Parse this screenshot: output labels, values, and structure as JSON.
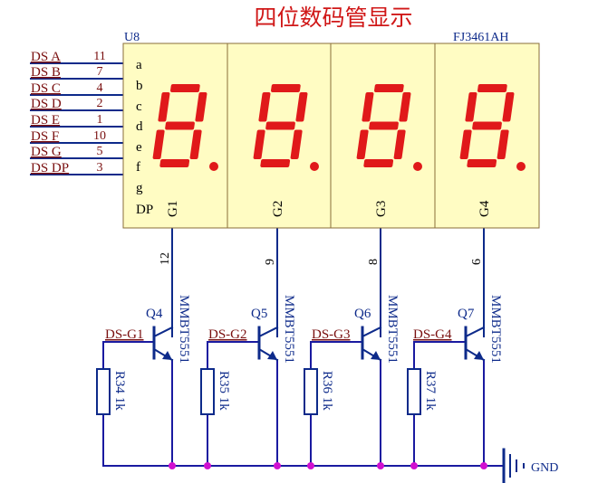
{
  "title": "四位数码管显示",
  "display": {
    "designator": "U8",
    "part_number": "FJ3461AH",
    "segment_pins": [
      {
        "net": "DS_A",
        "pin": "11",
        "segment": "a"
      },
      {
        "net": "DS_B",
        "pin": "7",
        "segment": "b"
      },
      {
        "net": "DS_C",
        "pin": "4",
        "segment": "c"
      },
      {
        "net": "DS_D",
        "pin": "2",
        "segment": "d"
      },
      {
        "net": "DS_E",
        "pin": "1",
        "segment": "e"
      },
      {
        "net": "DS_F",
        "pin": "10",
        "segment": "f"
      },
      {
        "net": "DS_G",
        "pin": "5",
        "segment": "g"
      },
      {
        "net": "DS_DP",
        "pin": "3",
        "segment": "DP"
      }
    ],
    "digits": [
      {
        "label": "G1",
        "pin": "12"
      },
      {
        "label": "G2",
        "pin": "9"
      },
      {
        "label": "G3",
        "pin": "8"
      },
      {
        "label": "G4",
        "pin": "6"
      }
    ]
  },
  "drivers": [
    {
      "transistor": "Q4",
      "model": "MMBT5551",
      "net": "DS-G1",
      "resistor": "R34",
      "value": "1k"
    },
    {
      "transistor": "Q5",
      "model": "MMBT5551",
      "net": "DS-G2",
      "resistor": "R35",
      "value": "1k"
    },
    {
      "transistor": "Q6",
      "model": "MMBT5551",
      "net": "DS-G3",
      "resistor": "R36",
      "value": "1k"
    },
    {
      "transistor": "Q7",
      "model": "MMBT5551",
      "net": "DS-G4",
      "resistor": "R37",
      "value": "1k"
    }
  ],
  "ground_label": "GND",
  "colors": {
    "title": "#d01818",
    "net_label": "#7a1010",
    "component": "#0d2a8a",
    "wire": "#1a1aa0",
    "display_body": "#fffcc3",
    "segment": "#e0191a",
    "junction": "#d010d0"
  }
}
